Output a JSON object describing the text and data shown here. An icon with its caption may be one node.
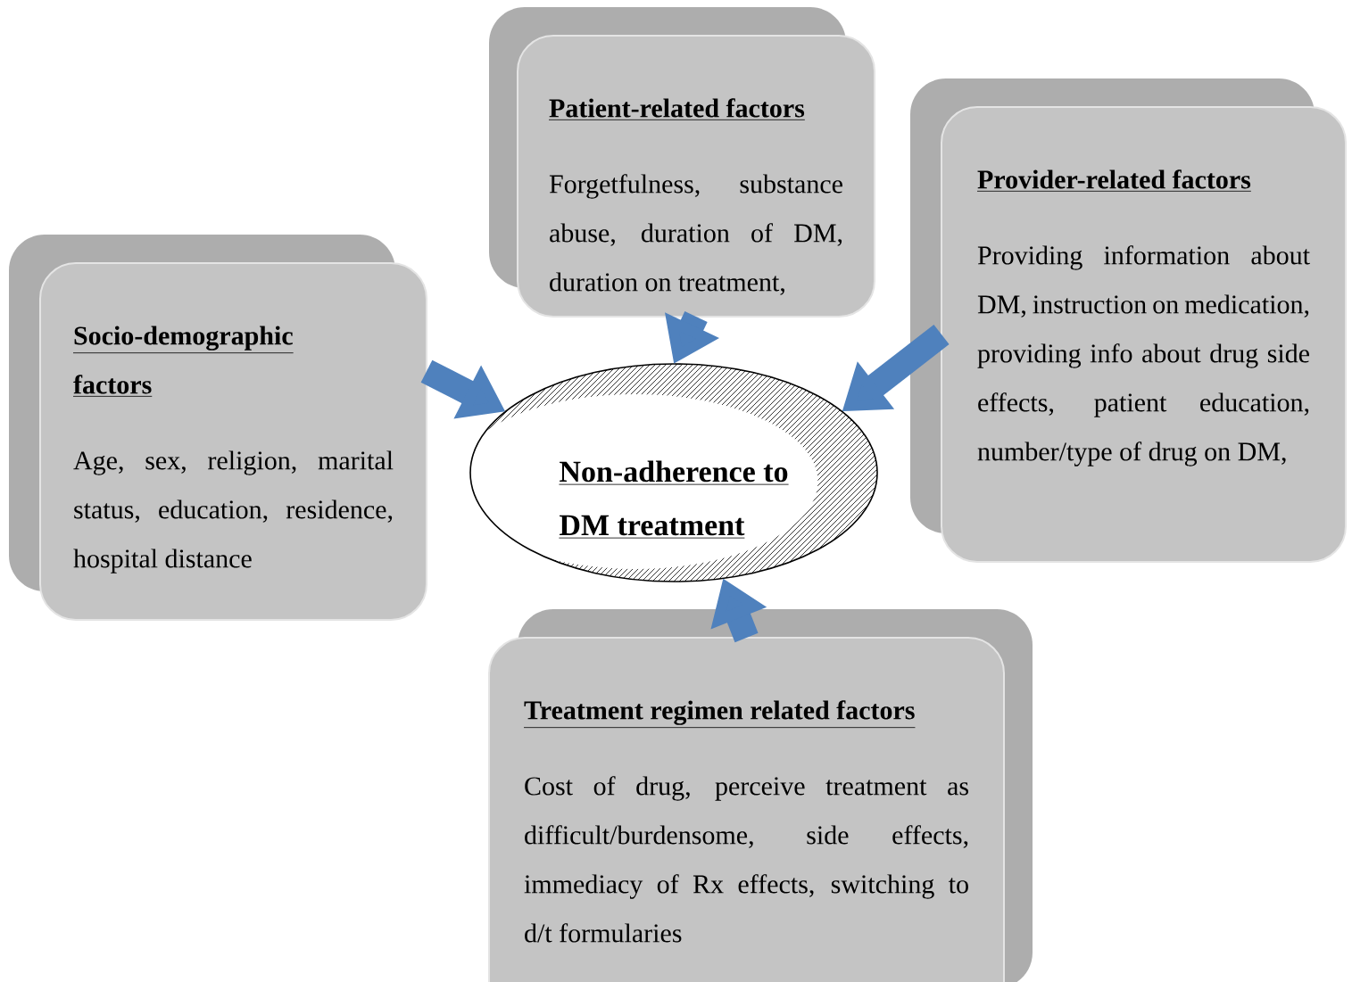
{
  "diagram": {
    "nodes": [
      {
        "text": [
          "Patient-related factors",
          "Forgetfulness, substance abuse, duration of DM, duration on treatment,"
        ]
      },
      {
        "text": [
          "Provider-related factors",
          "Providing information about DM, instruction on medication, providing info about drug side effects, patient education, number/type of drug on DM,"
        ]
      },
      {
        "text": [
          "Socio-demographic factors",
          "Age, sex, religion, marital status, education, residence, hospital distance"
        ]
      },
      {
        "text": [
          "Non-adherence to DM treatment"
        ]
      },
      {
        "text": [
          "Treatment regimen related factors",
          "Cost of drug, perceive treatment as difficult/burdensome, side effects, immediacy of Rx effects, switching to d/t formularies"
        ]
      }
    ],
    "edges": [
      {
        "from": 2,
        "to": 3,
        "arrow": "to"
      },
      {
        "from": 0,
        "to": 3,
        "arrow": "to"
      },
      {
        "from": 1,
        "to": 3,
        "arrow": "to"
      },
      {
        "from": 4,
        "to": 3,
        "arrow": "to"
      }
    ]
  }
}
